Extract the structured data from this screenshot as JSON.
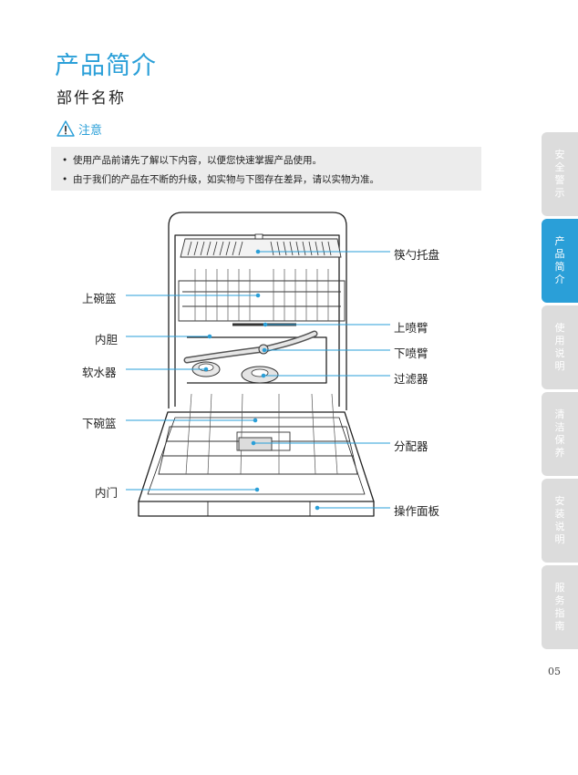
{
  "page_title": "产品简介",
  "section_title": "部件名称",
  "caution_label": "注意",
  "notices": [
    "使用产品前请先了解以下内容，以便您快速掌握产品使用。",
    "由于我们的产品在不断的升级，如实物与下图存在差异，请以实物为准。"
  ],
  "bullet": "•",
  "labels": {
    "cutlery_tray": "筷勺托盘",
    "upper_basket": "上碗篮",
    "upper_spray_arm": "上喷臂",
    "inner_tub": "内胆",
    "lower_spray_arm": "下喷臂",
    "water_softener": "软水器",
    "filter": "过滤器",
    "lower_basket": "下碗篮",
    "dispenser": "分配器",
    "inner_door": "内门",
    "control_panel": "操作面板"
  },
  "sidebar": [
    {
      "chars": [
        "安",
        "全",
        "警",
        "示"
      ],
      "active": false
    },
    {
      "chars": [
        "产",
        "品",
        "简",
        "介"
      ],
      "active": true
    },
    {
      "chars": [
        "使",
        "用",
        "说",
        "明"
      ],
      "active": false
    },
    {
      "chars": [
        "清",
        "洁",
        "保",
        "养"
      ],
      "active": false
    },
    {
      "chars": [
        "安",
        "装",
        "说",
        "明"
      ],
      "active": false
    },
    {
      "chars": [
        "服",
        "务",
        "指",
        "南"
      ],
      "active": false
    }
  ],
  "page_number": "05",
  "colors": {
    "accent": "#2a9fd8",
    "tab_inactive": "#dcdcdc",
    "notice_bg": "#ececec"
  }
}
